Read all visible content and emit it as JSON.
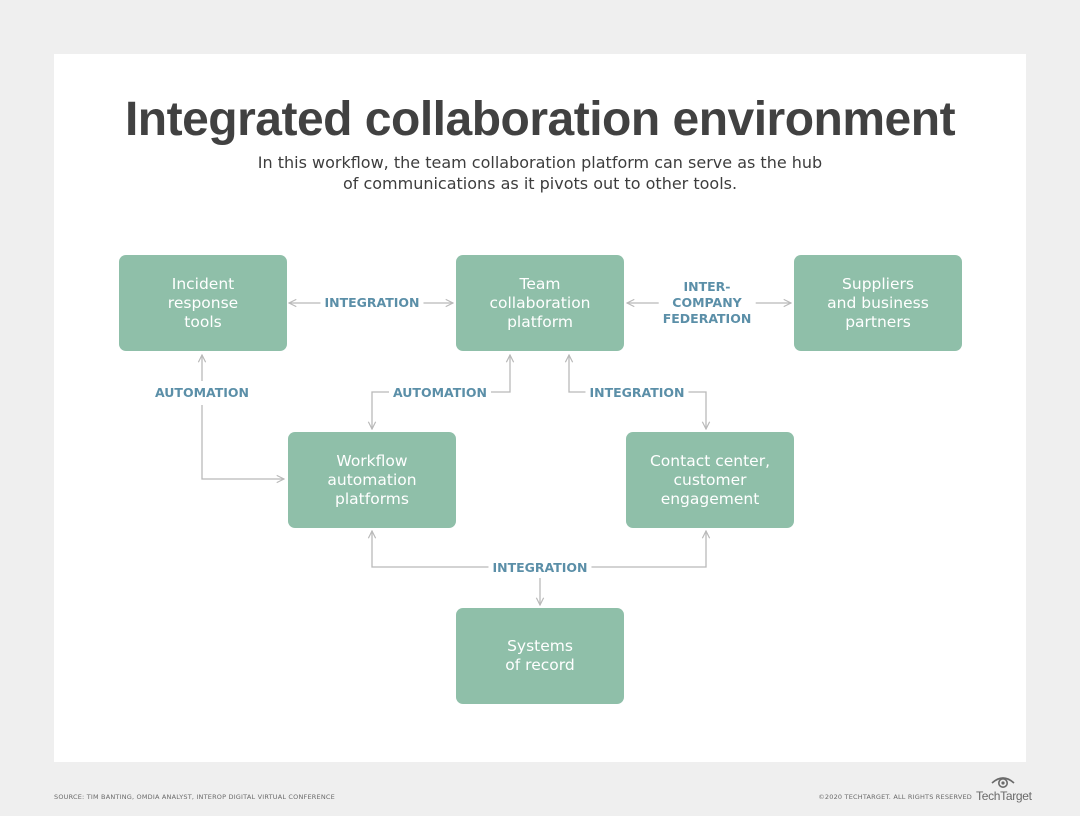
{
  "title": "Integrated collaboration environment",
  "subtitle": {
    "line1": "In this workflow, the team collaboration platform can serve as the hub",
    "line2": "of communications as it pivots out to other tools."
  },
  "nodes": {
    "incident": [
      "Incident",
      "response",
      "tools"
    ],
    "team": [
      "Team",
      "collaboration",
      "platform"
    ],
    "suppliers": [
      "Suppliers",
      "and business",
      "partners"
    ],
    "workflow": [
      "Workflow",
      "automation",
      "platforms"
    ],
    "contact": [
      "Contact center,",
      "customer",
      "engagement"
    ],
    "systems": [
      "Systems",
      "of record"
    ]
  },
  "edge_labels": {
    "incident_team": "INTEGRATION",
    "team_suppliers": [
      "INTER-",
      "COMPANY",
      "FEDERATION"
    ],
    "incident_workflow": "AUTOMATION",
    "team_workflow": "AUTOMATION",
    "team_contact": "INTEGRATION",
    "bottom": "INTEGRATION"
  },
  "footer": {
    "source": "SOURCE: TIM BANTING, OMDIA ANALYST, INTEROP DIGITAL VIRTUAL CONFERENCE",
    "copyright": "©2020 TECHTARGET. ALL RIGHTS RESERVED",
    "logo": "TechTarget"
  },
  "colors": {
    "node_fill": "#8fbfa9",
    "label_text": "#5b8fa8",
    "connector": "#b9b9b9",
    "title_text": "#414141"
  }
}
